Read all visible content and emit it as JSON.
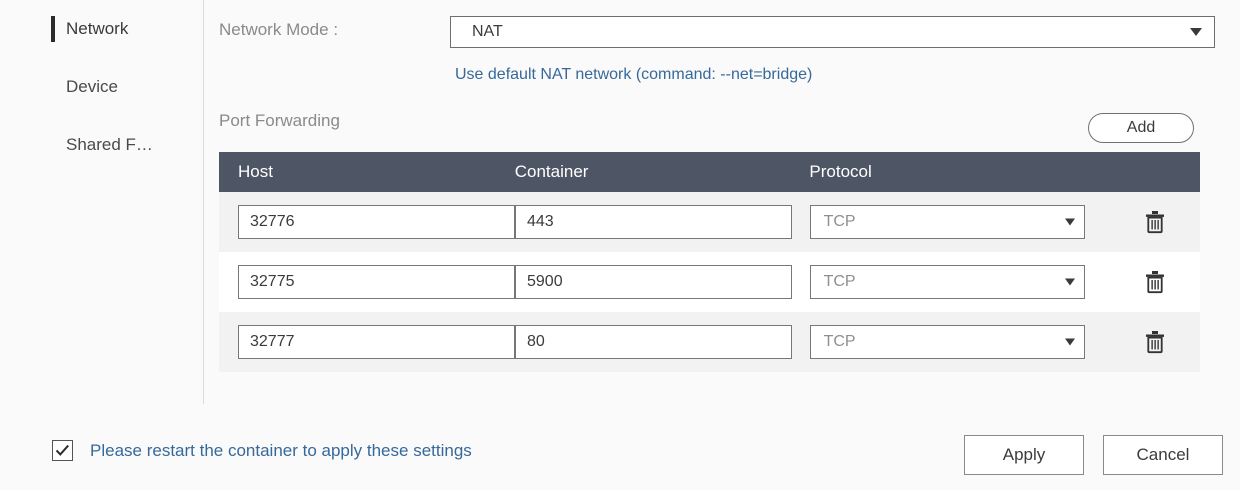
{
  "sidebar": {
    "items": [
      {
        "label": "Network",
        "active": true
      },
      {
        "label": "Device",
        "active": false
      },
      {
        "label": "Shared F…",
        "active": false
      }
    ]
  },
  "main": {
    "network_mode": {
      "label": "Network Mode :",
      "value": "NAT",
      "caret": "chevron-down-icon"
    },
    "hint_link": "Use default NAT network (command: --net=bridge)",
    "port_forwarding": {
      "title": "Port Forwarding",
      "add_label": "Add",
      "columns": [
        "Host",
        "Container",
        "Protocol"
      ],
      "rows": [
        {
          "host": "32776",
          "container": "443",
          "protocol": "TCP",
          "delete_icon": "trash-icon"
        },
        {
          "host": "32775",
          "container": "5900",
          "protocol": "TCP",
          "delete_icon": "trash-icon"
        },
        {
          "host": "32777",
          "container": "80",
          "protocol": "TCP",
          "delete_icon": "trash-icon"
        }
      ]
    }
  },
  "footer": {
    "restart_note": "Please restart the container to apply these settings",
    "restart_checked": true,
    "apply_label": "Apply",
    "cancel_label": "Cancel"
  },
  "colors": {
    "page_background": "#fafafa",
    "table_header": "#4e5564",
    "row_alt": "#f2f2f2",
    "link_blue": "#36699b",
    "active_bar": "#2b2b2b",
    "border_gray": "#777777"
  }
}
